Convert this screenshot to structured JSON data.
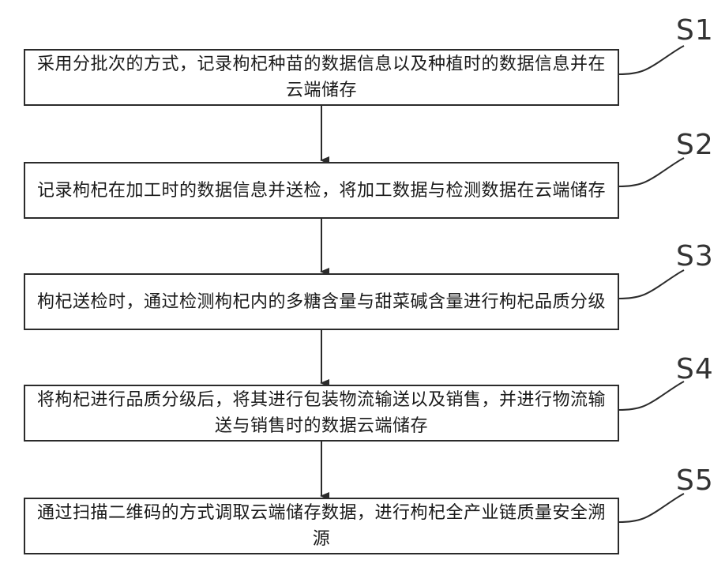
{
  "steps": [
    {
      "label": "S1",
      "text": "采用分批次的方式，记录枸杞种苗的数据信息以及种植时的数据信息并在云端储存"
    },
    {
      "label": "S2",
      "text": "记录枸杞在加工时的数据信息并送检，将加工数据与检测数据在云端储存"
    },
    {
      "label": "S3",
      "text": "枸杞送检时，通过检测枸杞内的多糖含量与甜菜碱含量进行枸杞品质分级"
    },
    {
      "label": "S4",
      "text": "将枸杞进行品质分级后，将其进行包装物流输送以及销售，并进行物流输送与销售时的数据云端储存"
    },
    {
      "label": "S5",
      "text": "通过扫描二维码的方式调取云端储存数据，进行枸杞全产业链质量安全溯源"
    }
  ],
  "colors": {
    "stroke": "#2b2b2b",
    "text": "#1a1a1a"
  }
}
